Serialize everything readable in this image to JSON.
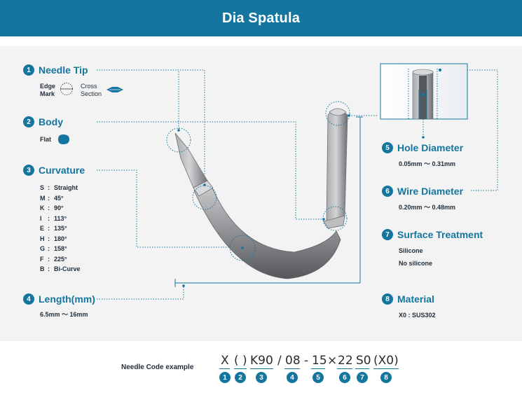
{
  "title": "Dia Spatula",
  "sections": {
    "needle_tip": {
      "num": "1",
      "label": "Needle Tip",
      "edge_mark": [
        "Edge",
        "Mark"
      ],
      "cross_section": [
        "Cross",
        "Section"
      ]
    },
    "body": {
      "num": "2",
      "label": "Body",
      "shape": "Flat"
    },
    "curvature": {
      "num": "3",
      "label": "Curvature",
      "items": [
        {
          "key": "S",
          "value": "Straight"
        },
        {
          "key": "M",
          "value": "45°"
        },
        {
          "key": "K",
          "value": "90°"
        },
        {
          "key": "I",
          "value": "113°"
        },
        {
          "key": "E",
          "value": "135°"
        },
        {
          "key": "H",
          "value": "180°"
        },
        {
          "key": "G",
          "value": "158°"
        },
        {
          "key": "F",
          "value": "225°"
        },
        {
          "key": "B",
          "value": "Bi-Curve"
        }
      ]
    },
    "length": {
      "num": "4",
      "label": "Length(mm)",
      "range": "6.5mm ～ 16mm"
    },
    "hole_diameter": {
      "num": "5",
      "label": "Hole Diameter",
      "range": "0.05mm ～ 0.31mm"
    },
    "wire_diameter": {
      "num": "6",
      "label": "Wire Diameter",
      "range": "0.20mm ～ 0.48mm"
    },
    "surface_treatment": {
      "num": "7",
      "label": "Surface Treatment",
      "options": [
        "Silicone",
        "No silicone"
      ]
    },
    "material": {
      "num": "8",
      "label": "Material",
      "value": "X0 : SUS302"
    }
  },
  "code_example": {
    "label": "Needle Code example",
    "parts": [
      "X",
      "( )",
      "K90",
      "/",
      "08",
      "-",
      "15",
      "×",
      "22",
      "S0",
      "(X0)"
    ],
    "badges": [
      "1",
      "2",
      "3",
      "4",
      "5",
      "6",
      "7",
      "8"
    ]
  },
  "colors": {
    "accent": "#14769f",
    "text": "#1f2d3a",
    "background": "#f3f3f3",
    "needle": "#8e9093"
  }
}
